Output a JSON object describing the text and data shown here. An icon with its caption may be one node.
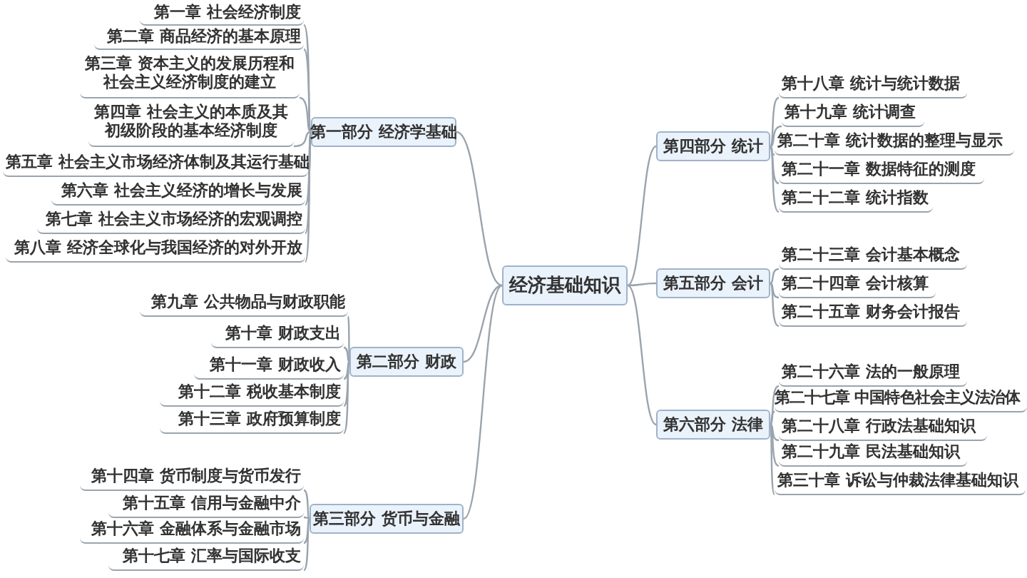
{
  "diagram": {
    "nodes": [
      {
        "text": [
          "经济基础知识"
        ]
      },
      {
        "text": [
          "第一部分 经济学基础"
        ]
      },
      {
        "text": [
          "第一章 社会经济制度"
        ]
      },
      {
        "text": [
          "第二章 商品经济的基本原理"
        ]
      },
      {
        "text": [
          "第三章 资本主义的发展历程和社会主义经济制度的建立"
        ]
      },
      {
        "text": [
          "第四章 社会主义的本质及其初级阶段的基本经济制度"
        ]
      },
      {
        "text": [
          "第五章 社会主义市场经济体制及其运行基础"
        ]
      },
      {
        "text": [
          "第六章 社会主义经济的增长与发展"
        ]
      },
      {
        "text": [
          "第七章 社会主义市场经济的宏观调控"
        ]
      },
      {
        "text": [
          "第八章 经济全球化与我国经济的对外开放"
        ]
      },
      {
        "text": [
          "第二部分 财政"
        ]
      },
      {
        "text": [
          "第九章 公共物品与财政职能"
        ]
      },
      {
        "text": [
          "第十章 财政支出"
        ]
      },
      {
        "text": [
          "第十一章 财政收入"
        ]
      },
      {
        "text": [
          "第十二章 税收基本制度"
        ]
      },
      {
        "text": [
          "第十三章 政府预算制度"
        ]
      },
      {
        "text": [
          "第三部分 货币与金融"
        ]
      },
      {
        "text": [
          "第十四章 货币制度与货币发行"
        ]
      },
      {
        "text": [
          "第十五章 信用与金融中介"
        ]
      },
      {
        "text": [
          "第十六章 金融体系与金融市场"
        ]
      },
      {
        "text": [
          "第十七章 汇率与国际收支"
        ]
      },
      {
        "text": [
          "第四部分 统计"
        ]
      },
      {
        "text": [
          "第十八章 统计与统计数据"
        ]
      },
      {
        "text": [
          "第十九章 统计调查"
        ]
      },
      {
        "text": [
          "第二十章 统计数据的整理与显示"
        ]
      },
      {
        "text": [
          "第二十一章 数据特征的测度"
        ]
      },
      {
        "text": [
          "第二十二章 统计指数"
        ]
      },
      {
        "text": [
          "第五部分 会计"
        ]
      },
      {
        "text": [
          "第二十三章 会计基本概念"
        ]
      },
      {
        "text": [
          "第二十四章 会计核算"
        ]
      },
      {
        "text": [
          "第二十五章 财务会计报告"
        ]
      },
      {
        "text": [
          "第六部分 法律"
        ]
      },
      {
        "text": [
          "第二十六章 法的一般原理"
        ]
      },
      {
        "text": [
          "第二十七章 中国特色社会主义法治体"
        ]
      },
      {
        "text": [
          "第二十八章 行政法基础知识"
        ]
      },
      {
        "text": [
          "第二十九章 民法基础知识"
        ]
      },
      {
        "text": [
          "第三十章 诉讼与仲裁法律基础知识"
        ]
      }
    ],
    "edges": [
      {
        "from": 0,
        "to": 1,
        "arrow": "none"
      },
      {
        "from": 0,
        "to": 10,
        "arrow": "none"
      },
      {
        "from": 0,
        "to": 16,
        "arrow": "none"
      },
      {
        "from": 0,
        "to": 21,
        "arrow": "none"
      },
      {
        "from": 0,
        "to": 27,
        "arrow": "none"
      },
      {
        "from": 0,
        "to": 31,
        "arrow": "none"
      },
      {
        "from": 1,
        "to": 2,
        "arrow": "none"
      },
      {
        "from": 1,
        "to": 3,
        "arrow": "none"
      },
      {
        "from": 1,
        "to": 4,
        "arrow": "none"
      },
      {
        "from": 1,
        "to": 5,
        "arrow": "none"
      },
      {
        "from": 1,
        "to": 6,
        "arrow": "none"
      },
      {
        "from": 1,
        "to": 7,
        "arrow": "none"
      },
      {
        "from": 1,
        "to": 8,
        "arrow": "none"
      },
      {
        "from": 1,
        "to": 9,
        "arrow": "none"
      },
      {
        "from": 10,
        "to": 11,
        "arrow": "none"
      },
      {
        "from": 10,
        "to": 12,
        "arrow": "none"
      },
      {
        "from": 10,
        "to": 13,
        "arrow": "none"
      },
      {
        "from": 10,
        "to": 14,
        "arrow": "none"
      },
      {
        "from": 10,
        "to": 15,
        "arrow": "none"
      },
      {
        "from": 16,
        "to": 17,
        "arrow": "none"
      },
      {
        "from": 16,
        "to": 18,
        "arrow": "none"
      },
      {
        "from": 16,
        "to": 19,
        "arrow": "none"
      },
      {
        "from": 16,
        "to": 20,
        "arrow": "none"
      },
      {
        "from": 21,
        "to": 22,
        "arrow": "none"
      },
      {
        "from": 21,
        "to": 23,
        "arrow": "none"
      },
      {
        "from": 21,
        "to": 24,
        "arrow": "none"
      },
      {
        "from": 21,
        "to": 25,
        "arrow": "none"
      },
      {
        "from": 21,
        "to": 26,
        "arrow": "none"
      },
      {
        "from": 27,
        "to": 28,
        "arrow": "none"
      },
      {
        "from": 27,
        "to": 29,
        "arrow": "none"
      },
      {
        "from": 27,
        "to": 30,
        "arrow": "none"
      },
      {
        "from": 31,
        "to": 32,
        "arrow": "none"
      },
      {
        "from": 31,
        "to": 33,
        "arrow": "none"
      },
      {
        "from": 31,
        "to": 34,
        "arrow": "none"
      },
      {
        "from": 31,
        "to": 35,
        "arrow": "none"
      },
      {
        "from": 31,
        "to": 36,
        "arrow": "none"
      }
    ]
  }
}
